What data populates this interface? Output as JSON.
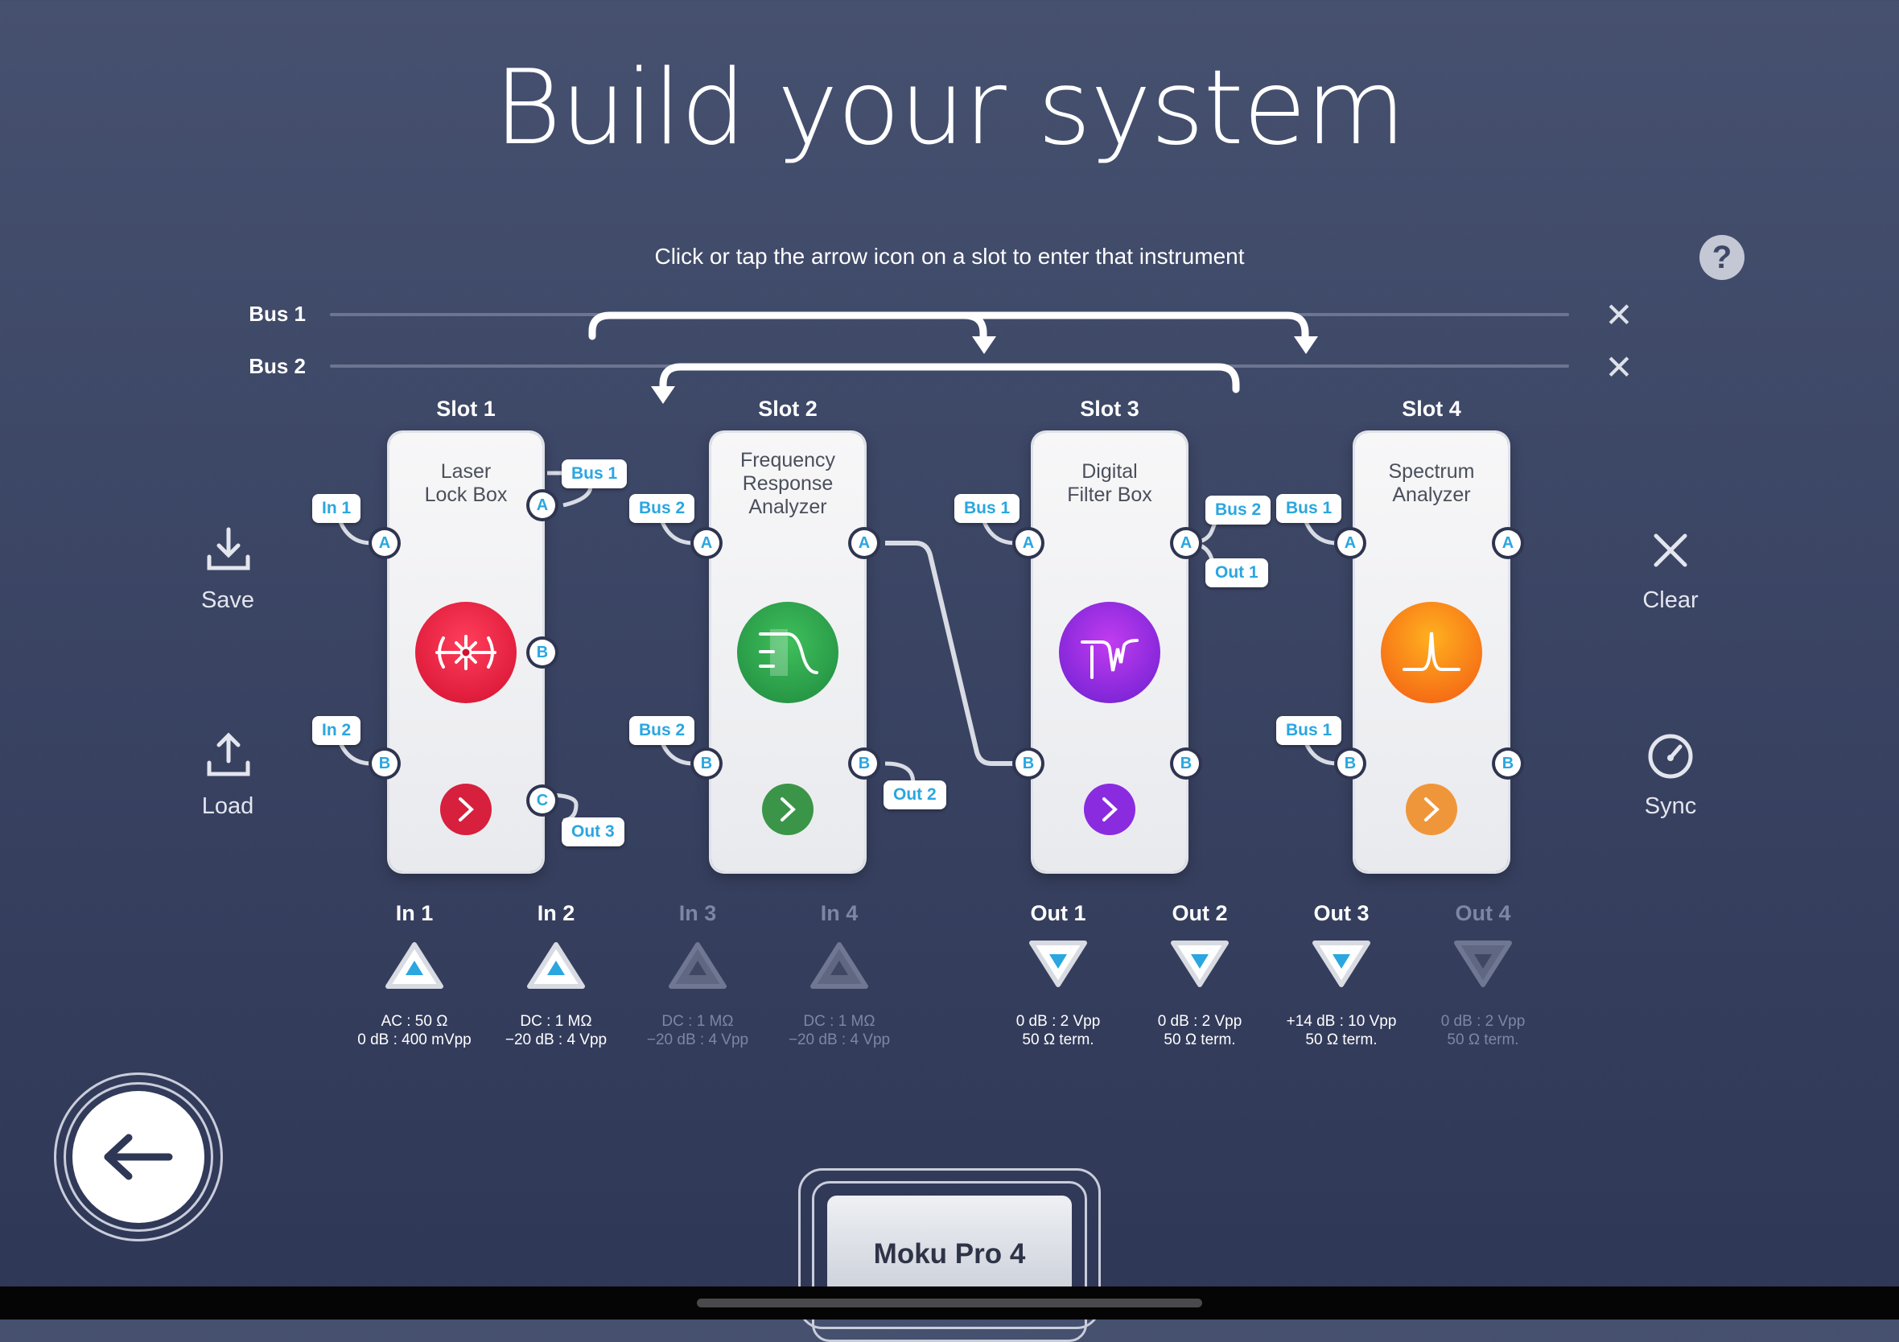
{
  "header": {
    "title": "Build your system",
    "instruction": "Click or tap the arrow icon on a slot to enter that instrument",
    "help": "?"
  },
  "buses": [
    {
      "label": "Bus 1",
      "clear": "✕"
    },
    {
      "label": "Bus 2",
      "clear": "✕"
    }
  ],
  "slots": [
    {
      "label": "Slot 1",
      "instrument": [
        "Laser",
        "Lock Box"
      ],
      "color": "#e8203c"
    },
    {
      "label": "Slot 2",
      "instrument": [
        "Frequency",
        "Response",
        "Analyzer"
      ],
      "color": "#2d9b48"
    },
    {
      "label": "Slot 3",
      "instrument": [
        "Digital",
        "Filter Box"
      ],
      "color": "#8a2be0"
    },
    {
      "label": "Slot 4",
      "instrument": [
        "Spectrum",
        "Analyzer"
      ],
      "color": "#f5821f"
    }
  ],
  "ports": {
    "a": "A",
    "b": "B",
    "c": "C"
  },
  "tags": {
    "s1_in_a": "In 1",
    "s1_in_b": "In 2",
    "s1_out_a": "Bus 1",
    "s1_out_c": "Out 3",
    "s2_in_a": "Bus 2",
    "s2_in_b": "Bus 2",
    "s2_out_b": "Out 2",
    "s3_in_a": "Bus 1",
    "s3_out_a1": "Bus 2",
    "s3_out_a2": "Out 1",
    "s4_in_a": "Bus 1",
    "s4_in_b": "Bus 1"
  },
  "actions": {
    "save": "Save",
    "load": "Load",
    "clear": "Clear",
    "sync": "Sync"
  },
  "inputs": [
    {
      "label": "In 1",
      "line1": "AC : 50 Ω",
      "line2": "0 dB : 400 mVpp",
      "active": true
    },
    {
      "label": "In 2",
      "line1": "DC : 1 MΩ",
      "line2": "−20 dB : 4 Vpp",
      "active": true
    },
    {
      "label": "In 3",
      "line1": "DC : 1 MΩ",
      "line2": "−20 dB : 4 Vpp",
      "active": false
    },
    {
      "label": "In 4",
      "line1": "DC : 1 MΩ",
      "line2": "−20 dB : 4 Vpp",
      "active": false
    }
  ],
  "outputs": [
    {
      "label": "Out 1",
      "line1": "0 dB : 2 Vpp",
      "line2": "50 Ω term.",
      "active": true
    },
    {
      "label": "Out 2",
      "line1": "0 dB : 2 Vpp",
      "line2": "50 Ω term.",
      "active": true
    },
    {
      "label": "Out 3",
      "line1": "+14 dB : 10 Vpp",
      "line2": "50 Ω term.",
      "active": true
    },
    {
      "label": "Out 4",
      "line1": "0 dB : 2 Vpp",
      "line2": "50 Ω term.",
      "active": false
    }
  ],
  "device": {
    "name": "Moku Pro 4"
  },
  "icons": {
    "help": "question-icon",
    "save": "download-icon",
    "load": "upload-icon",
    "clear": "close-icon",
    "sync": "gauge-icon",
    "back": "arrow-left-icon"
  },
  "colors": {
    "port_text": "#2aa6e0",
    "background": "#3d4766"
  }
}
